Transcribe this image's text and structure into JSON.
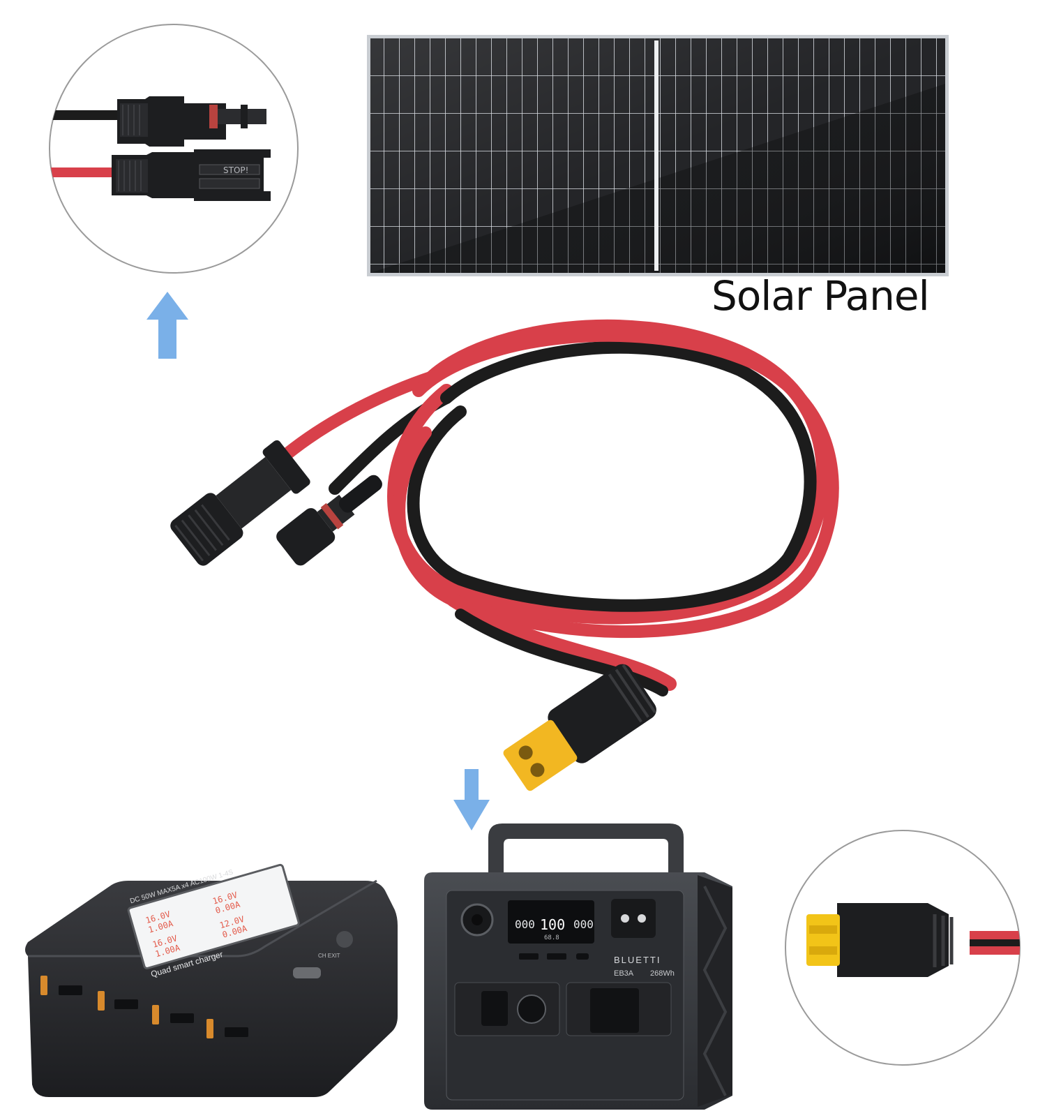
{
  "solar_panel": {
    "caption": "Solar Panel"
  },
  "connector_detail": {
    "lettering": "STOP!"
  },
  "xt60_plug": {
    "caption": ""
  },
  "power_station": {
    "brand": "BLUETTI",
    "model": "EB3A",
    "capacity": "268Wh",
    "display_left": "000",
    "display_mid": "100",
    "display_right": "000",
    "display_small": "68.8"
  },
  "charger": {
    "title": "Quad smart charger",
    "spec": "DC 50W MAX5A x4  AC100W 1-4S",
    "readings": [
      "16.0V",
      "1.00A",
      "16.0V",
      "0.00A",
      "16.0V",
      "1.00A",
      "12.0V",
      "0.00A"
    ],
    "button": "CH EXIT"
  },
  "colors": {
    "arrow": "#7ab0e8",
    "cable_red": "#d8404a",
    "cable_black": "#1c1c1c",
    "xt60_yellow": "#f2b722",
    "panel_cell": "#1a1b1e",
    "device_body": "#2d2f33"
  }
}
